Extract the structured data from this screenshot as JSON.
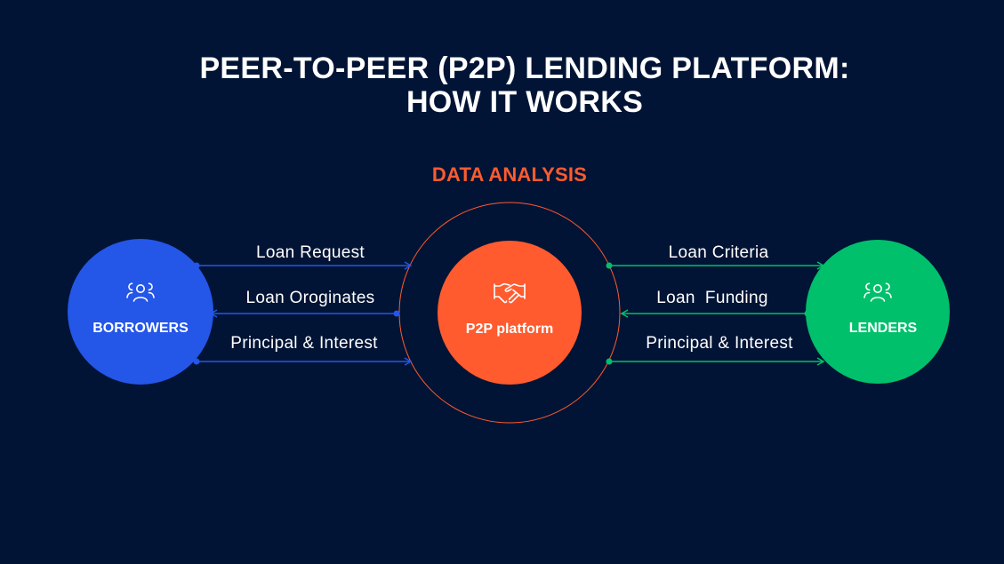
{
  "title": {
    "line1": "PEER-TO-PEER (P2P) LENDING PLATFORM:",
    "line2": "HOW IT WORKS"
  },
  "subtitle": "DATA ANALYSIS",
  "nodes": {
    "borrowers": {
      "label": "BORROWERS",
      "icon": "users-icon",
      "color": "#2456e8"
    },
    "platform": {
      "label": "P2P platform",
      "icon": "handshake-icon",
      "color": "#ff5b2e"
    },
    "lenders": {
      "label": "LENDERS",
      "icon": "users-icon",
      "color": "#00c06b"
    }
  },
  "flows": {
    "left": [
      {
        "label": "Loan Request",
        "direction": "borrowers-to-platform"
      },
      {
        "label": "Loan Oroginates",
        "direction": "platform-to-borrowers"
      },
      {
        "label": "Principal & Interest",
        "direction": "borrowers-to-platform"
      }
    ],
    "right": [
      {
        "label": "Loan Criteria",
        "direction": "platform-to-lenders"
      },
      {
        "label": "Loan  Funding",
        "direction": "lenders-to-platform"
      },
      {
        "label": "Principal & Interest",
        "direction": "platform-to-lenders"
      }
    ]
  },
  "colors": {
    "background": "#011435",
    "accent": "#ff5b2e",
    "left_flow": "#2456e8",
    "right_flow": "#00c06b"
  }
}
